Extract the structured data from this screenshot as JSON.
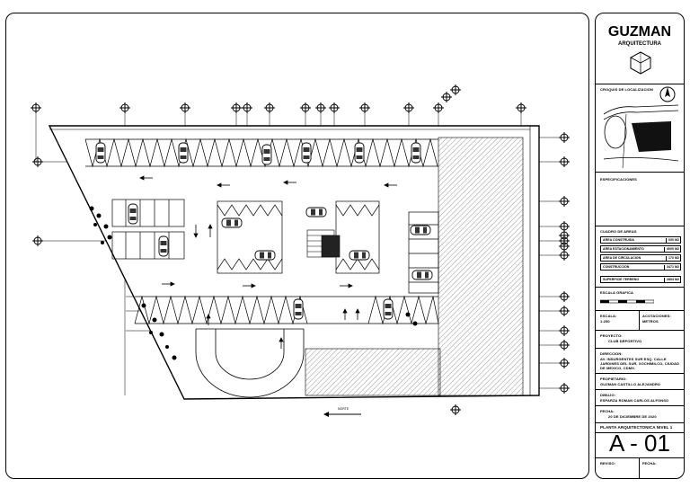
{
  "titleblock": {
    "brand": "GUZMAN",
    "brand_sub": "ARQUITECTURA",
    "location_label": "CROQUIS DE LOCALIZACION",
    "specs_label": "ESPECIFICACIONES",
    "areas_label": "CUADRO DE AREAS",
    "areas": [
      {
        "label": "AREA CONSTRUIDA",
        "value": "000 M2"
      },
      {
        "label": "AREA ESTACIONAMIENTO",
        "value": "4000 M2"
      },
      {
        "label": "AREA DE CIRCULACION",
        "value": "170 M2"
      },
      {
        "label": "CONSTRUCCION",
        "value": "3471 M2"
      },
      {
        "label": "SUPERFICIE TERRENO",
        "value": "2854 M2"
      }
    ],
    "scale_label": "ESCALA GRAFICA",
    "escala_label": "ESCALA:",
    "escala_value": "1:250",
    "acot_label": "ACOTACIONES:",
    "acot_value": "METROS",
    "project_label": "PROYECTO:",
    "project_value": "CLUB DEPORTIVO",
    "address_label": "DIRECCION:",
    "address_value": "AV. INSURGENTES SUR ESQ. CALLE JARDINES DEL SUR, XOCHIMILCO, CIUDAD DE MEXICO, CDMX.",
    "owner_label": "PROPIETARIO:",
    "owner_value": "GUZMAN CASTILLO ALEJANDRO",
    "drawn_label": "DIBUJO:",
    "drawn_value": "ESPARZA ROMAN CARLOS ALFONSO",
    "date_label": "FECHA:",
    "date_value": "20 DE DICIEMBRE DE 2020",
    "plan_title": "PLANTA ARQUITECTONICA NIVEL 1",
    "sheet": "A - 01",
    "review_label": "REVISO:",
    "sign_label": "FECHA:"
  },
  "plan": {
    "north_label": "NORTE"
  }
}
